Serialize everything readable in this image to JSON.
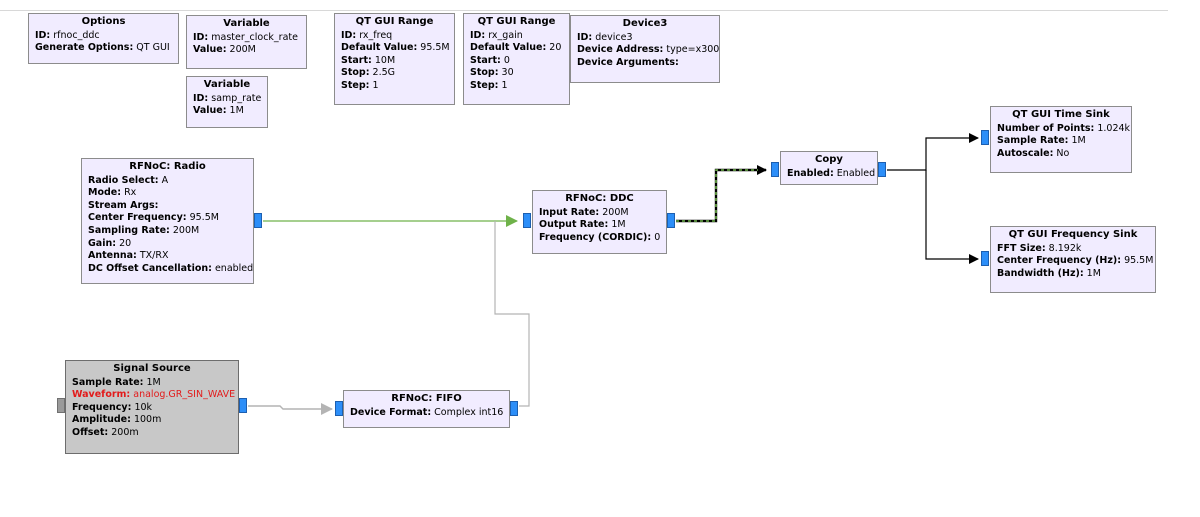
{
  "blocks": {
    "options": {
      "title": "Options",
      "params": [
        {
          "k": "ID:",
          "v": "rfnoc_ddc"
        },
        {
          "k": "Generate Options:",
          "v": "QT GUI"
        }
      ]
    },
    "var_master_clock": {
      "title": "Variable",
      "params": [
        {
          "k": "ID:",
          "v": "master_clock_rate"
        },
        {
          "k": "Value:",
          "v": "200M"
        }
      ]
    },
    "var_samp_rate": {
      "title": "Variable",
      "params": [
        {
          "k": "ID:",
          "v": "samp_rate"
        },
        {
          "k": "Value:",
          "v": "1M"
        }
      ]
    },
    "range_rx_freq": {
      "title": "QT GUI Range",
      "params": [
        {
          "k": "ID:",
          "v": "rx_freq"
        },
        {
          "k": "Default Value:",
          "v": "95.5M"
        },
        {
          "k": "Start:",
          "v": "10M"
        },
        {
          "k": "Stop:",
          "v": "2.5G"
        },
        {
          "k": "Step:",
          "v": "1"
        }
      ]
    },
    "range_rx_gain": {
      "title": "QT GUI Range",
      "params": [
        {
          "k": "ID:",
          "v": "rx_gain"
        },
        {
          "k": "Default Value:",
          "v": "20"
        },
        {
          "k": "Start:",
          "v": "0"
        },
        {
          "k": "Stop:",
          "v": "30"
        },
        {
          "k": "Step:",
          "v": "1"
        }
      ]
    },
    "device3": {
      "title": "Device3",
      "params": [
        {
          "k": "ID:",
          "v": "device3"
        },
        {
          "k": "Device Address:",
          "v": "type=x300"
        },
        {
          "k": "Device Arguments:",
          "v": ""
        }
      ]
    },
    "radio": {
      "title": "RFNoC: Radio",
      "params": [
        {
          "k": "Radio Select:",
          "v": "A"
        },
        {
          "k": "Mode:",
          "v": "Rx"
        },
        {
          "k": "Stream Args:",
          "v": ""
        },
        {
          "k": "Center Frequency:",
          "v": "95.5M"
        },
        {
          "k": "Sampling Rate:",
          "v": "200M"
        },
        {
          "k": "Gain:",
          "v": "20"
        },
        {
          "k": "Antenna:",
          "v": "TX/RX"
        },
        {
          "k": "DC Offset Cancellation:",
          "v": "enabled"
        }
      ]
    },
    "ddc": {
      "title": "RFNoC: DDC",
      "params": [
        {
          "k": "Input Rate:",
          "v": "200M"
        },
        {
          "k": "Output Rate:",
          "v": "1M"
        },
        {
          "k": "Frequency (CORDIC):",
          "v": "0"
        }
      ]
    },
    "copy": {
      "title": "Copy",
      "params": [
        {
          "k": "Enabled:",
          "v": "Enabled"
        }
      ]
    },
    "time_sink": {
      "title": "QT GUI Time Sink",
      "params": [
        {
          "k": "Number of Points:",
          "v": "1.024k"
        },
        {
          "k": "Sample Rate:",
          "v": "1M"
        },
        {
          "k": "Autoscale:",
          "v": "No"
        }
      ]
    },
    "freq_sink": {
      "title": "QT GUI Frequency Sink",
      "params": [
        {
          "k": "FFT Size:",
          "v": "8.192k"
        },
        {
          "k": "Center Frequency (Hz):",
          "v": "95.5M"
        },
        {
          "k": "Bandwidth (Hz):",
          "v": "1M"
        }
      ]
    },
    "signal_source": {
      "title": "Signal Source",
      "params": [
        {
          "k": "Sample Rate:",
          "v": "1M"
        },
        {
          "k": "Waveform:",
          "v": "analog.GR_SIN_WAVE"
        },
        {
          "k": "Frequency:",
          "v": "10k"
        },
        {
          "k": "Amplitude:",
          "v": "100m"
        },
        {
          "k": "Offset:",
          "v": "200m"
        }
      ]
    },
    "fifo": {
      "title": "RFNoC: FIFO",
      "params": [
        {
          "k": "Device Format:",
          "v": "Complex int16"
        }
      ]
    }
  },
  "colors": {
    "block_fill": "#f1ecff",
    "disabled_block_fill": "#c8c8c8",
    "port": "#2c8ef8",
    "error_text": "#e21b1b",
    "wire_active": "#6fb24a",
    "wire_disabled": "#b4b4b4",
    "wire_message": "#000000"
  }
}
